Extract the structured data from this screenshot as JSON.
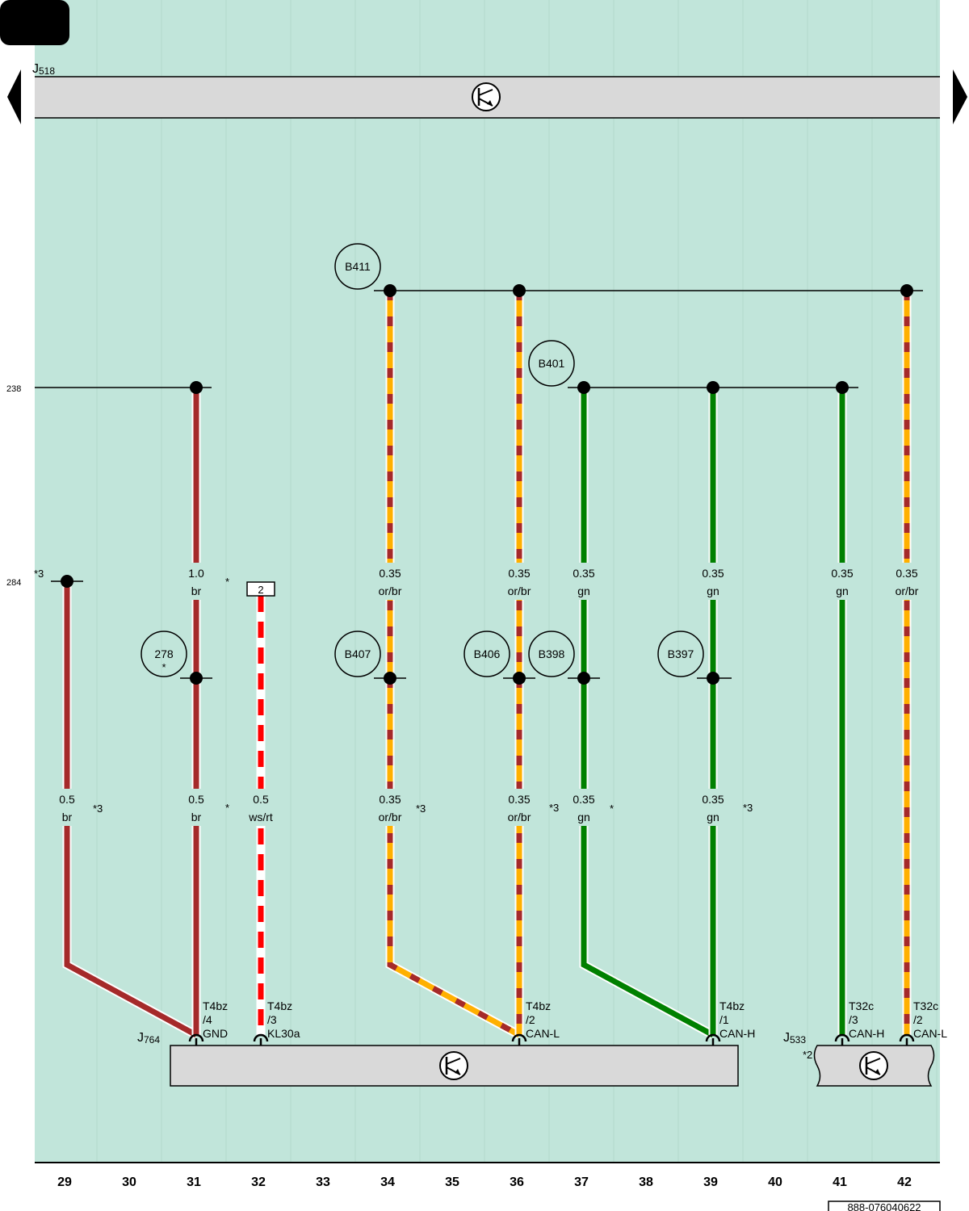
{
  "colors": {
    "background": "#c1e5da",
    "grid_line": "#b3d9cc",
    "component_fill": "#d9d9d9",
    "brown": "#a52a2a",
    "orange": "#ffb000",
    "green": "#008000",
    "red": "#ff0000",
    "white": "#ffffff",
    "black": "#000000"
  },
  "units": {
    "top": {
      "label": "J",
      "sub": "518"
    },
    "bottom_left": {
      "label": "J",
      "sub": "764"
    },
    "bottom_right": {
      "label": "J",
      "sub": "533",
      "note": "*2"
    }
  },
  "row_labels": [
    "238",
    "284"
  ],
  "columns": [
    "29",
    "30",
    "31",
    "32",
    "33",
    "34",
    "35",
    "36",
    "37",
    "38",
    "39",
    "40",
    "41",
    "42"
  ],
  "splices": [
    "B411",
    "B401",
    "278",
    "B407",
    "B406",
    "B398",
    "B397"
  ],
  "splice_notes": {
    "278": "*"
  },
  "wire_labels": [
    {
      "size": "1.0",
      "color": "br"
    },
    {
      "size": "0.35",
      "color": "or/br"
    },
    {
      "size": "0.35",
      "color": "or/br"
    },
    {
      "size": "0.35",
      "color": "gn"
    },
    {
      "size": "0.35",
      "color": "gn"
    },
    {
      "size": "0.35",
      "color": "gn"
    },
    {
      "size": "0.35",
      "color": "or/br"
    },
    {
      "size": "0.5",
      "color": "br"
    },
    {
      "size": "0.5",
      "color": "br"
    },
    {
      "size": "0.5",
      "color": "ws/rt"
    },
    {
      "size": "0.35",
      "color": "or/br"
    },
    {
      "size": "0.35",
      "color": "or/br"
    },
    {
      "size": "0.35",
      "color": "gn"
    },
    {
      "size": "0.35",
      "color": "gn"
    }
  ],
  "footnotes": [
    "*3",
    "*",
    "*3",
    "*",
    "*3",
    "*3",
    "*",
    "*3",
    "*"
  ],
  "connector_box_label": "2",
  "pins": [
    {
      "conn": "T4bz",
      "pin": "/4",
      "signal": "GND"
    },
    {
      "conn": "T4bz",
      "pin": "/3",
      "signal": "KL30a"
    },
    {
      "conn": "T4bz",
      "pin": "/2",
      "signal": "CAN-L"
    },
    {
      "conn": "T4bz",
      "pin": "/1",
      "signal": "CAN-H"
    },
    {
      "conn": "T32c",
      "pin": "/3",
      "signal": "CAN-H"
    },
    {
      "conn": "T32c",
      "pin": "/2",
      "signal": "CAN-L"
    }
  ],
  "doc_id": "888-076040622"
}
